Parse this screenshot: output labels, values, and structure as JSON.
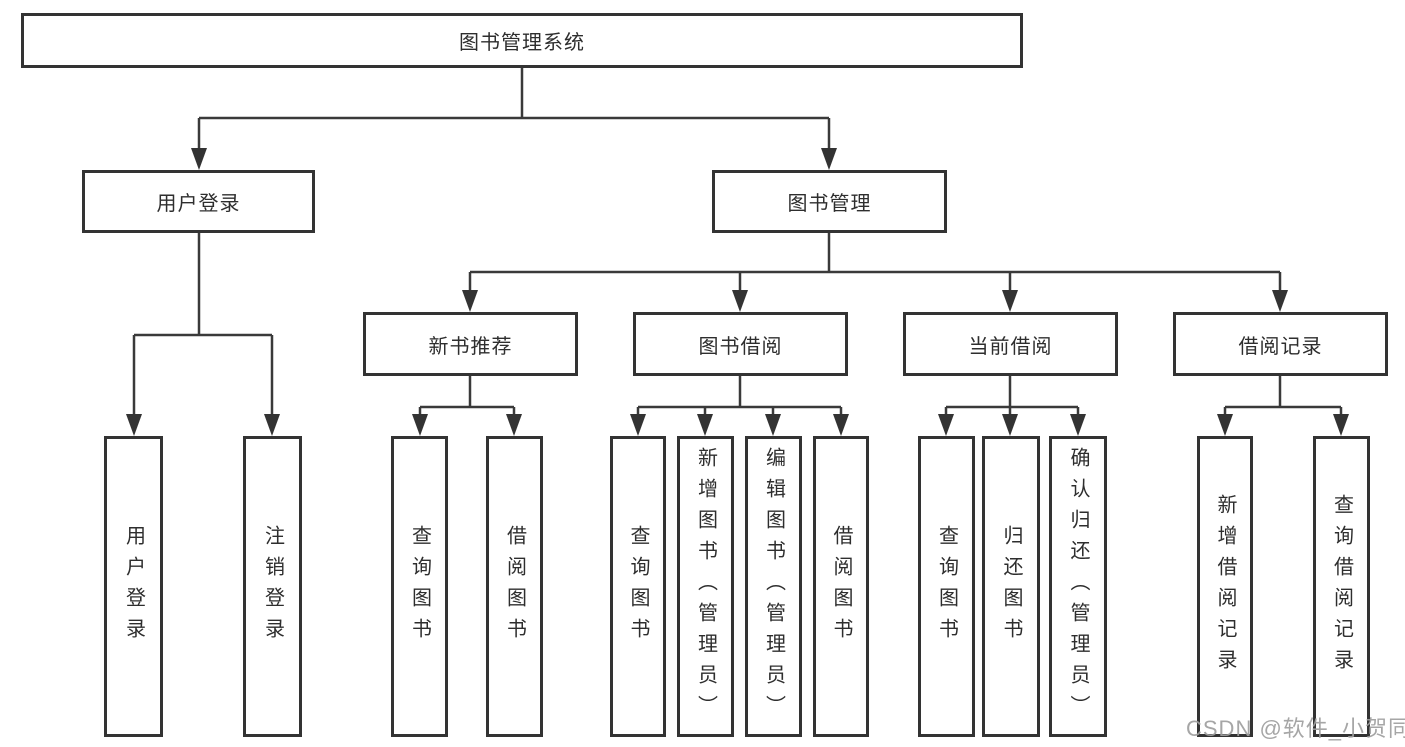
{
  "diagram": {
    "title": "图书管理系统",
    "tree": {
      "root": "图书管理系统",
      "children": [
        {
          "label": "用户登录",
          "children": [
            "用户登录",
            "注销登录"
          ]
        },
        {
          "label": "图书管理",
          "children": [
            {
              "label": "新书推荐",
              "children": [
                "查询图书",
                "借阅图书"
              ]
            },
            {
              "label": "图书借阅",
              "children": [
                "查询图书",
                "新增图书（管理员）",
                "编辑图书（管理员）",
                "借阅图书"
              ]
            },
            {
              "label": "当前借阅",
              "children": [
                "查询图书",
                "归还图书",
                "确认归还（管理员）"
              ]
            },
            {
              "label": "借阅记录",
              "children": [
                "新增借阅记录",
                "查询借阅记录"
              ]
            }
          ]
        }
      ]
    },
    "watermark": "CSDN @软件_小贺同学",
    "colors": {
      "line": "#333333",
      "text": "#2e2e2e",
      "background": "#ffffff",
      "watermark": "#9e9e9e"
    }
  }
}
